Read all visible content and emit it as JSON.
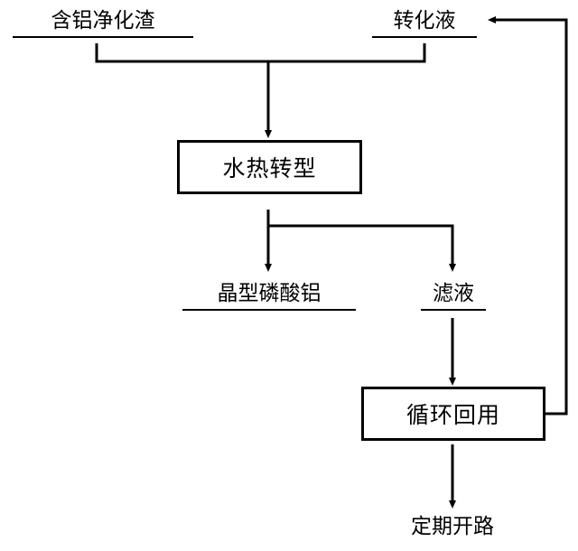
{
  "diagram": {
    "type": "flowchart",
    "orientation": "top-to-bottom",
    "nodes": [
      {
        "id": "input_slag",
        "label": "含铝净化渣",
        "style": "underlined-text"
      },
      {
        "id": "conversion_liquid",
        "label": "转化液",
        "style": "underlined-text"
      },
      {
        "id": "hydrothermal",
        "label": "水热转型",
        "style": "box"
      },
      {
        "id": "crystal_alpo4",
        "label": "晶型磷酸铝",
        "style": "underlined-text"
      },
      {
        "id": "filtrate",
        "label": "滤液",
        "style": "underlined-text"
      },
      {
        "id": "recycle",
        "label": "循环回用",
        "style": "box"
      },
      {
        "id": "periodic_purge",
        "label": "定期开路",
        "style": "plain-text"
      }
    ],
    "edges": [
      {
        "from": "input_slag",
        "to": "hydrothermal"
      },
      {
        "from": "conversion_liquid",
        "to": "hydrothermal"
      },
      {
        "from": "hydrothermal",
        "to": "crystal_alpo4"
      },
      {
        "from": "hydrothermal",
        "to": "filtrate"
      },
      {
        "from": "filtrate",
        "to": "recycle"
      },
      {
        "from": "recycle",
        "to": "periodic_purge"
      },
      {
        "from": "recycle",
        "to": "conversion_liquid",
        "note": "return loop along right edge"
      }
    ],
    "colors": {
      "stroke": "#000000",
      "background": "#ffffff",
      "text": "#000000"
    }
  }
}
